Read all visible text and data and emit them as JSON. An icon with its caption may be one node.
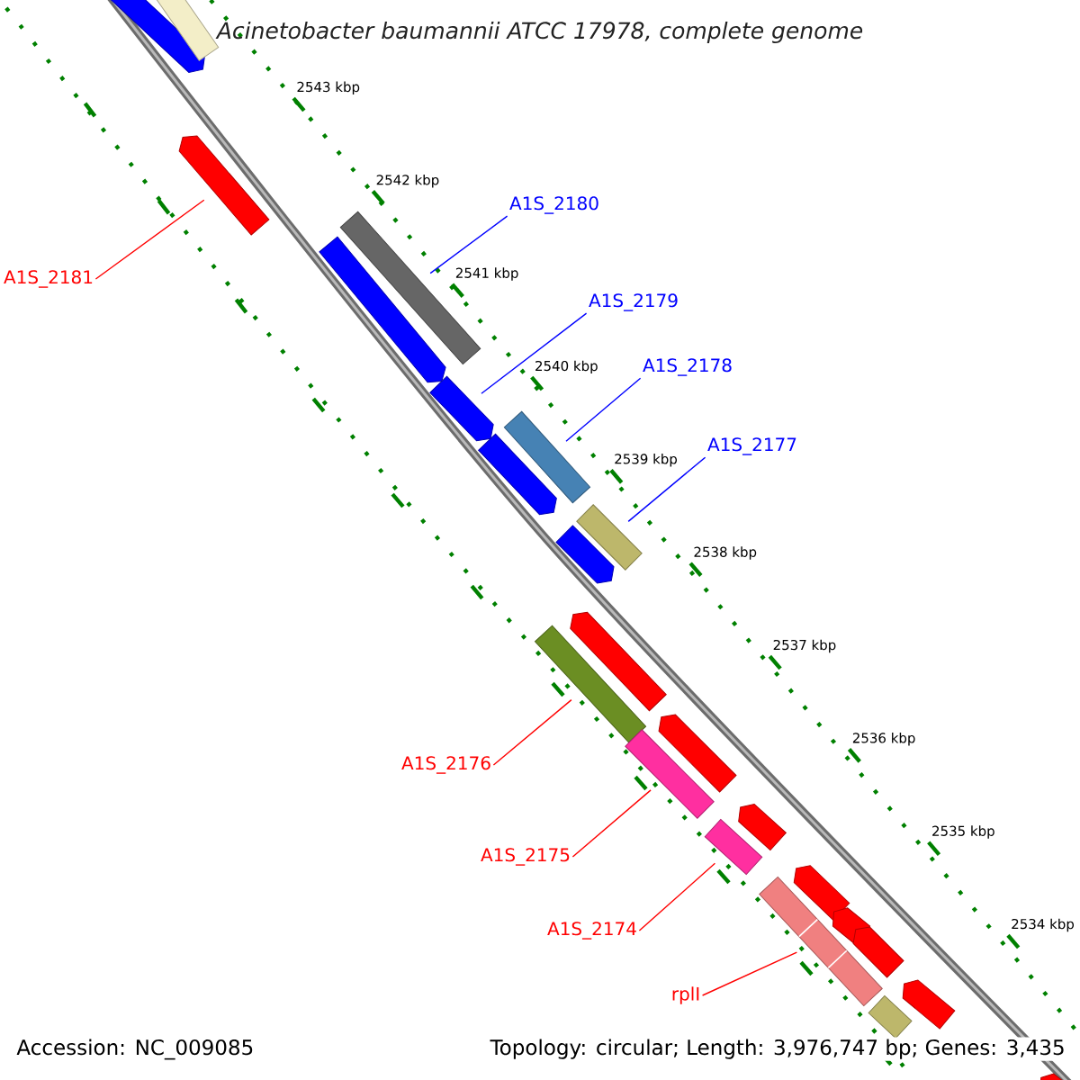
{
  "diagram": {
    "title": "Acinetobacter baumannii ATCC 17978, complete genome",
    "nodes": [
      {
        "text": [
          "A1S_2181"
        ]
      },
      {
        "text": [
          "A1S_2180"
        ]
      },
      {
        "text": [
          "A1S_2179"
        ]
      },
      {
        "text": [
          "A1S_2178"
        ]
      },
      {
        "text": [
          "A1S_2177"
        ]
      },
      {
        "text": [
          "A1S_2176"
        ]
      },
      {
        "text": [
          "A1S_2175"
        ]
      },
      {
        "text": [
          "A1S_2174"
        ]
      },
      {
        "text": [
          "rplI"
        ]
      },
      {
        "text": [],
        "shape": "arrow"
      },
      {
        "text": [],
        "shape": "bar"
      },
      {
        "text": [],
        "shape": "arrow"
      },
      {
        "text": [],
        "shape": "bar"
      },
      {
        "text": [],
        "shape": "arrow"
      },
      {
        "text": [],
        "shape": "arrow"
      },
      {
        "text": [],
        "shape": "bar"
      },
      {
        "text": [],
        "shape": "arrow"
      },
      {
        "text": [],
        "shape": "bar"
      },
      {
        "text": [],
        "shape": "arrow"
      },
      {
        "text": [],
        "shape": "arrow"
      },
      {
        "text": [],
        "shape": "bar"
      },
      {
        "text": [],
        "shape": "arrow"
      },
      {
        "text": [],
        "shape": "bar"
      },
      {
        "text": [],
        "shape": "arrow"
      },
      {
        "text": [],
        "shape": "bar"
      },
      {
        "text": [],
        "shape": "arrow"
      },
      {
        "text": [],
        "shape": "arrow"
      },
      {
        "text": [],
        "shape": "bar"
      },
      {
        "text": [],
        "shape": "arrow"
      },
      {
        "text": [],
        "shape": "arrow"
      },
      {
        "text": [],
        "shape": "bar"
      },
      {
        "text": [],
        "shape": "arrow"
      }
    ],
    "edges": [
      {
        "from": 0,
        "to": 11,
        "arrow": "none"
      },
      {
        "from": 1,
        "to": 12,
        "arrow": "none",
        "color": "#0000ff"
      },
      {
        "from": 2,
        "to": 14,
        "arrow": "none",
        "color": "#0000ff"
      },
      {
        "from": 3,
        "to": 15,
        "arrow": "none",
        "color": "#0000ff"
      },
      {
        "from": 4,
        "to": 17,
        "arrow": "none",
        "color": "#0000ff"
      },
      {
        "from": 5,
        "to": 20,
        "arrow": "none"
      },
      {
        "from": 6,
        "to": 22,
        "arrow": "none"
      },
      {
        "from": 7,
        "to": 24,
        "arrow": "none"
      },
      {
        "from": 8,
        "to": 27,
        "arrow": "none"
      }
    ],
    "labels": [
      "2543 kbp",
      "2542 kbp",
      "2541 kbp",
      "2540 kbp",
      "2539 kbp",
      "2538 kbp",
      "2537 kbp",
      "2536 kbp",
      "2535 kbp",
      "2534 kbp",
      "Accession: NC_009085",
      "Topology: circular; Length: 3,976,747 bp; Genes: 3,435"
    ]
  }
}
